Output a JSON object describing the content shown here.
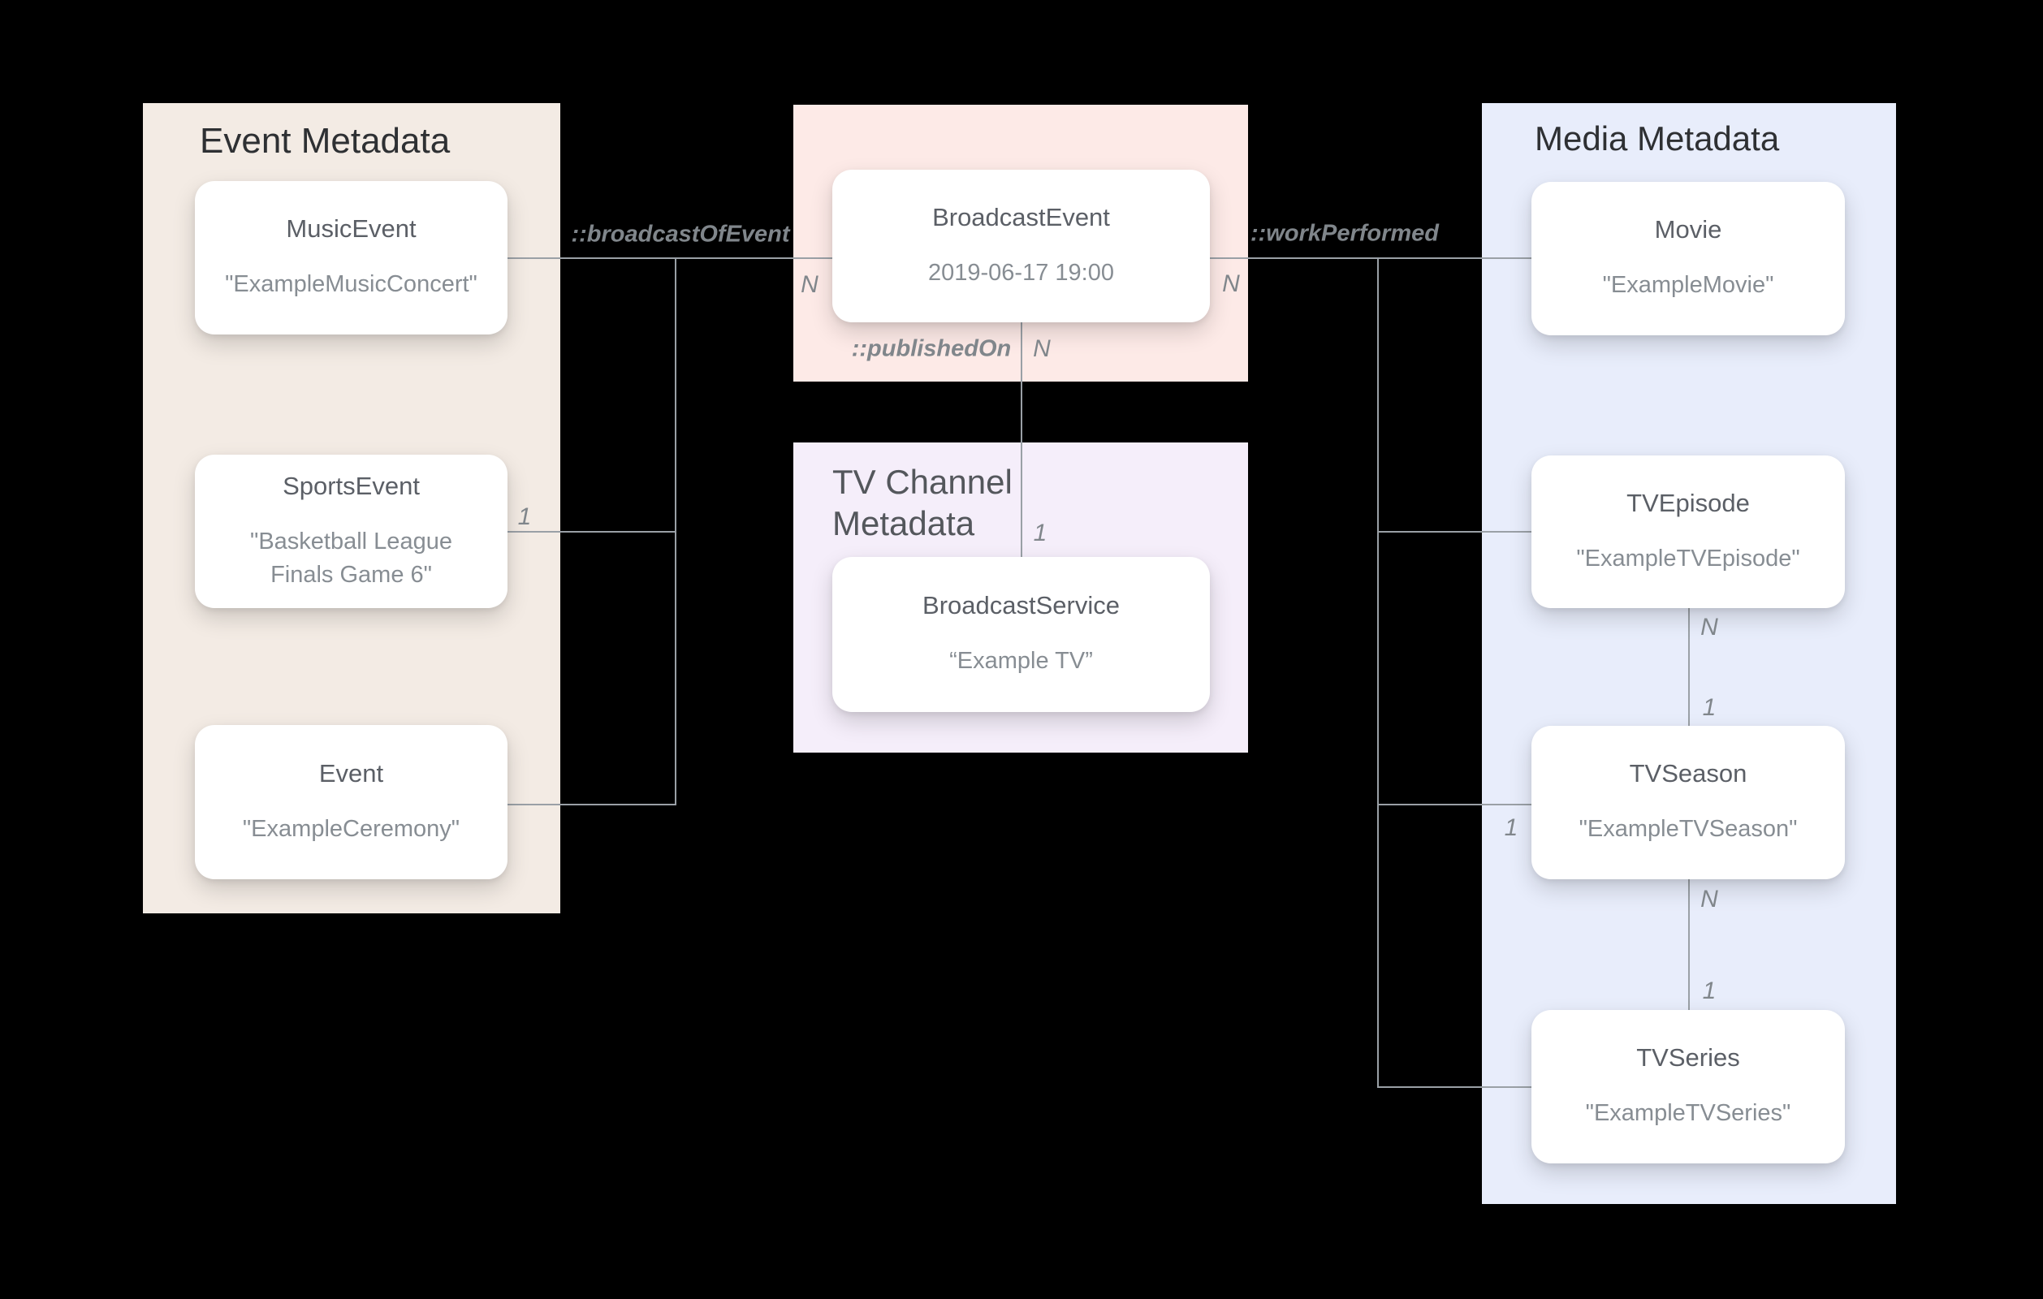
{
  "panels": {
    "event": {
      "title": "Event Metadata"
    },
    "tv_channel": {
      "title": "TV Channel Metadata"
    },
    "media": {
      "title": "Media Metadata"
    }
  },
  "nodes": {
    "music_event": {
      "title": "MusicEvent",
      "subtitle": "\"ExampleMusicConcert\""
    },
    "sports_event": {
      "title": "SportsEvent",
      "subtitle": "\"Basketball League Finals Game 6\""
    },
    "event": {
      "title": "Event",
      "subtitle": "\"ExampleCeremony\""
    },
    "broadcast_event": {
      "title": "BroadcastEvent",
      "subtitle": "2019-06-17 19:00"
    },
    "broadcast_service": {
      "title": "BroadcastService",
      "subtitle": "“Example TV”"
    },
    "movie": {
      "title": "Movie",
      "subtitle": "\"ExampleMovie\""
    },
    "tv_episode": {
      "title": "TVEpisode",
      "subtitle": "\"ExampleTVEpisode\""
    },
    "tv_season": {
      "title": "TVSeason",
      "subtitle": "\"ExampleTVSeason\""
    },
    "tv_series": {
      "title": "TVSeries",
      "subtitle": "\"ExampleTVSeries\""
    }
  },
  "relations": {
    "broadcast_of_event": "::broadcastOfEvent",
    "work_performed": "::workPerformed",
    "published_on": "::publishedOn"
  },
  "cardinalities": {
    "n_broadcast_left": "N",
    "n_work_right": "N",
    "n_published": "N",
    "one_sports": "1",
    "one_published": "1",
    "n_episode_season": "N",
    "one_episode_season": "1",
    "n_season_series": "N",
    "one_season_series": "1",
    "one_season_left": "1"
  },
  "colors": {
    "background": "#000000",
    "event_panel": "#f3ebe4",
    "broadcast_panel": "#fdeae7",
    "tv_channel_panel": "#f5eefa",
    "media_panel": "#e8edfb",
    "connector": "#9aa0a6",
    "label": "#80868b"
  }
}
